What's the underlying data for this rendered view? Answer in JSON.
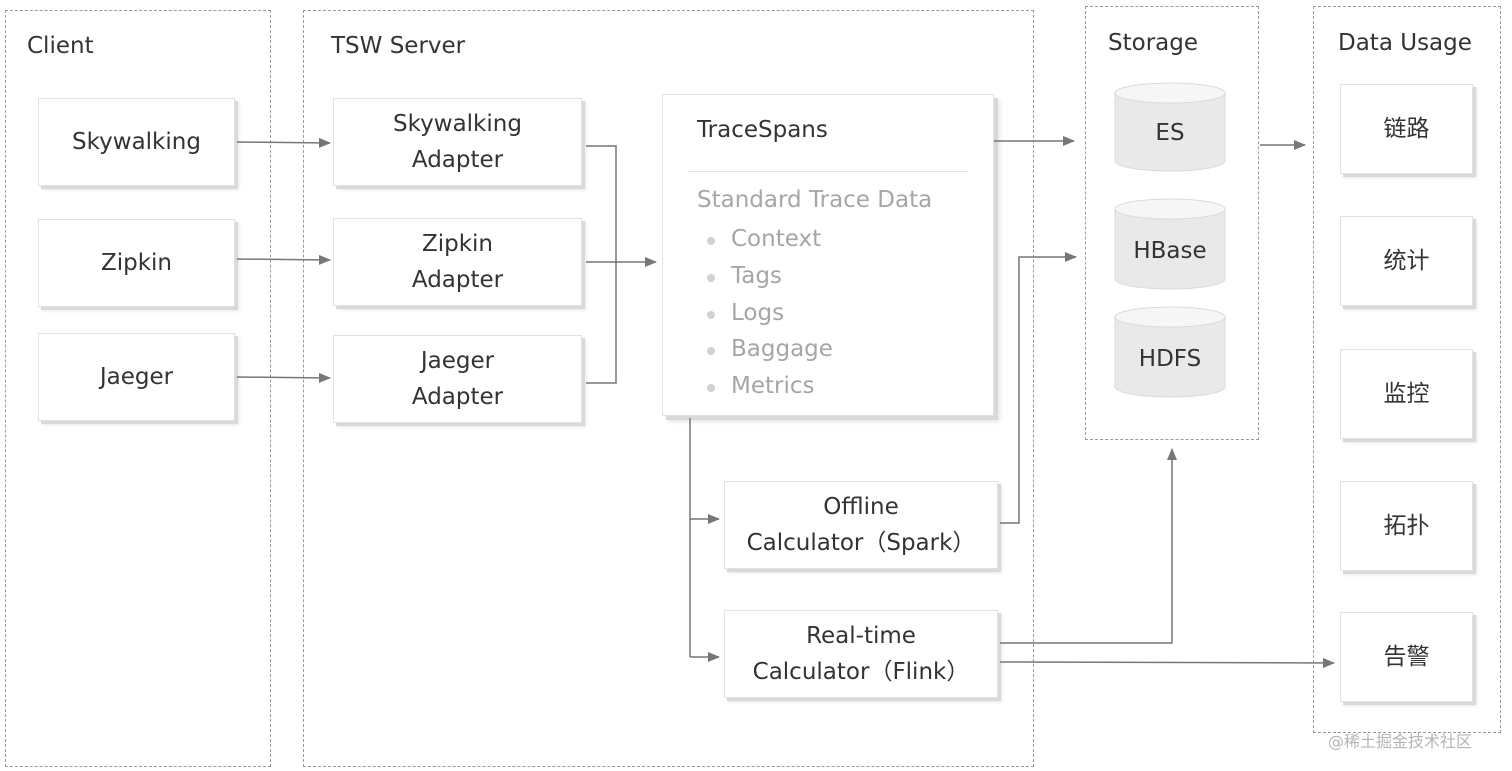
{
  "groups": {
    "client": "Client",
    "server": "TSW Server",
    "storage": "Storage",
    "usage": "Data Usage"
  },
  "clients": [
    "Skywalking",
    "Zipkin",
    "Jaeger"
  ],
  "adapters": [
    [
      "Skywalking",
      "Adapter"
    ],
    [
      "Zipkin",
      "Adapter"
    ],
    [
      "Jaeger",
      "Adapter"
    ]
  ],
  "trace_spans": {
    "title": "TraceSpans",
    "subtitle": "Standard Trace Data",
    "items": [
      "Context",
      "Tags",
      "Logs",
      "Baggage",
      "Metrics"
    ]
  },
  "calculators": {
    "offline": [
      "Offline",
      "Calculator（Spark）"
    ],
    "realtime": [
      "Real-time",
      "Calculator（Flink）"
    ]
  },
  "storage": [
    "ES",
    "HBase",
    "HDFS"
  ],
  "usage": [
    "链路",
    "统计",
    "监控",
    "拓扑",
    "告警"
  ],
  "watermark": "@稀土掘金技术社区",
  "colors": {
    "line": "#777777",
    "border": "#9a9a9a",
    "muted_text": "#a6a6a6"
  }
}
